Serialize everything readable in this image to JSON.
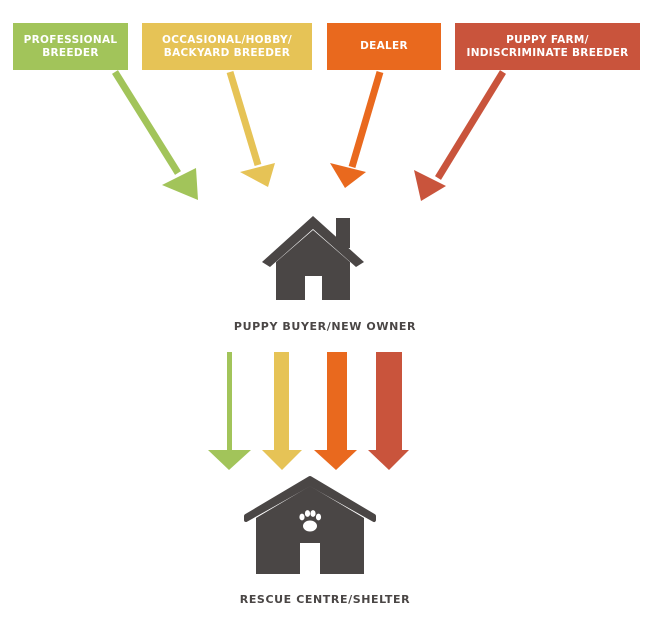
{
  "colors": {
    "professional": "#a2c45a",
    "occasional": "#e6c356",
    "dealer": "#e9691e",
    "puppy_farm": "#c9543c",
    "house": "#4a4645",
    "text": "#4a4645"
  },
  "sources": {
    "professional": "PROFESSIONAL\nBREEDER",
    "occasional": "OCCASIONAL/HOBBY/\nBACKYARD BREEDER",
    "dealer": "DEALER",
    "puppy_farm": "PUPPY FARM/\nINDISCRIMINATE BREEDER"
  },
  "nodes": {
    "owner": {
      "label": "PUPPY BUYER/NEW OWNER",
      "icon": "house-icon"
    },
    "shelter": {
      "label": "RESCUE CENTRE/SHELTER",
      "icon": "shelter-paw-icon"
    }
  }
}
